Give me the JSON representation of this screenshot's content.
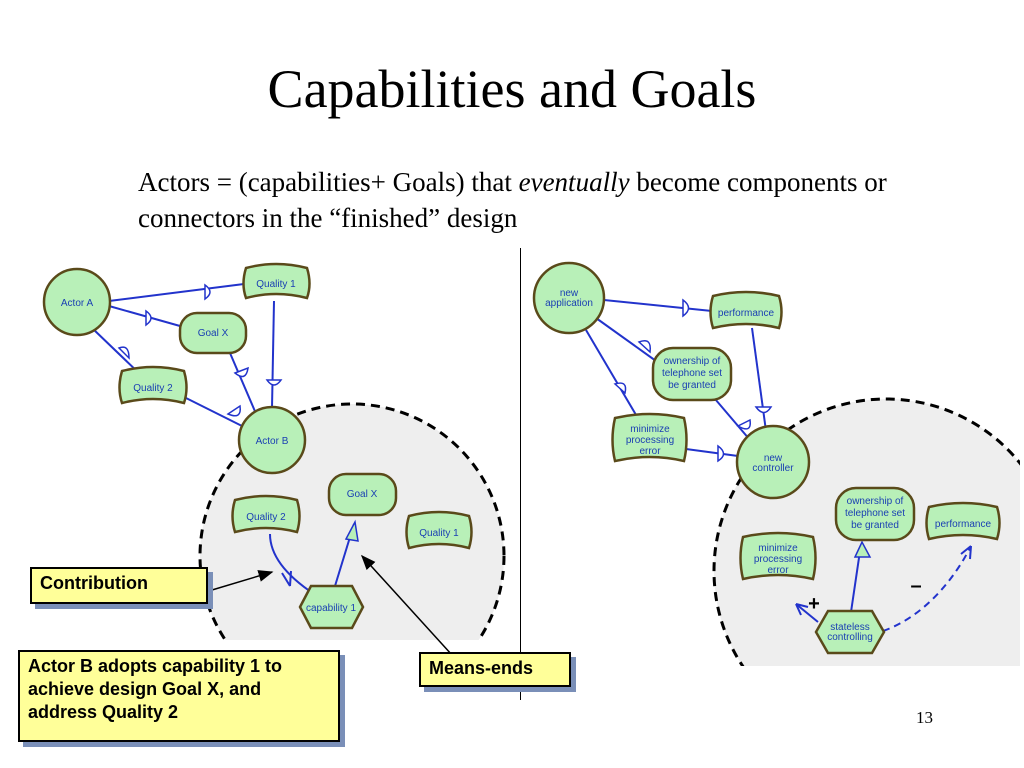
{
  "slide": {
    "title": "Capabilities and Goals",
    "subtitle_pre": "Actors = (capabilities+ Goals) that ",
    "subtitle_em": "eventually",
    "subtitle_post": " become components or connectors in the “finished” design",
    "page_number": "13"
  },
  "left_diagram": {
    "actor_a": "Actor A",
    "actor_b": "Actor B",
    "quality1_top": "Quality 1",
    "goal_x_top": "Goal X",
    "quality2_top": "Quality 2",
    "quality2_in": "Quality 2",
    "goal_x_in": "Goal X",
    "quality1_in": "Quality 1",
    "capability": "capability 1"
  },
  "right_diagram": {
    "new_application_l1": "new",
    "new_application_l2": "application",
    "performance_top": "performance",
    "ownership_top_l1": "ownership of",
    "ownership_top_l2": "telephone set",
    "ownership_top_l3": "be granted",
    "minimize_top_l1": "minimize",
    "minimize_top_l2": "processing",
    "minimize_top_l3": "error",
    "new_controller_l1": "new",
    "new_controller_l2": "controller",
    "ownership_in_l1": "ownership of",
    "ownership_in_l2": "telephone set",
    "ownership_in_l3": "be granted",
    "performance_in": "performance",
    "minimize_in_l1": "minimize",
    "minimize_in_l2": "processing",
    "minimize_in_l3": "error",
    "stateless_l1": "stateless",
    "stateless_l2": "controlling",
    "plus": "+",
    "minus": "–"
  },
  "callouts": {
    "contribution": "Contribution",
    "means_ends": "Means-ends",
    "actor_b_adopts": "Actor B adopts capability 1 to achieve design Goal X, and address Quality 2"
  },
  "colors": {
    "node_fill": "#b8f0b8",
    "node_stroke": "#5a4a1a",
    "link": "#2233cc",
    "boundary_fill": "#eeeeee",
    "callout_fill": "#ffff99"
  }
}
